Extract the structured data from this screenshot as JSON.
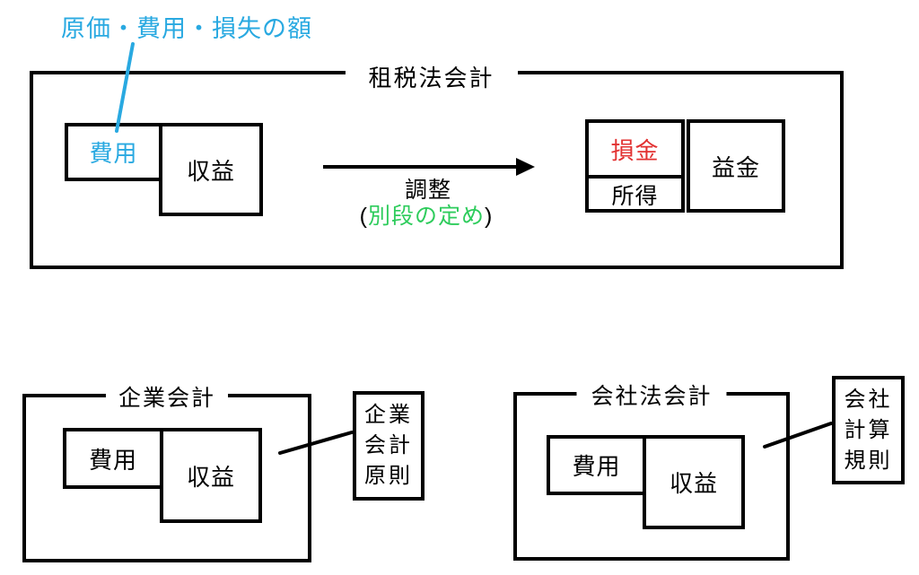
{
  "colors": {
    "annotation_blue": "#29A9E1",
    "deductible_red": "#E23131",
    "exception_green": "#2ECC5C",
    "line_black": "#000000"
  },
  "annotation": {
    "label": "原価・費用・損失の額"
  },
  "tax": {
    "title": "租税法会計",
    "expense": "費用",
    "revenue": "収益",
    "adjustment": {
      "label": "調整",
      "paren_open": "(",
      "exception": "別段の定め",
      "paren_close": ")"
    },
    "deductible": "損金",
    "income": "所得",
    "gain": "益金"
  },
  "corporate": {
    "title": "企業会計",
    "expense": "費用",
    "revenue": "収益",
    "reference": {
      "lines": [
        "企業",
        "会計",
        "原則"
      ]
    }
  },
  "company": {
    "title": "会社法会計",
    "expense": "費用",
    "revenue": "収益",
    "reference": {
      "lines": [
        "会社",
        "計算",
        "規則"
      ]
    }
  }
}
